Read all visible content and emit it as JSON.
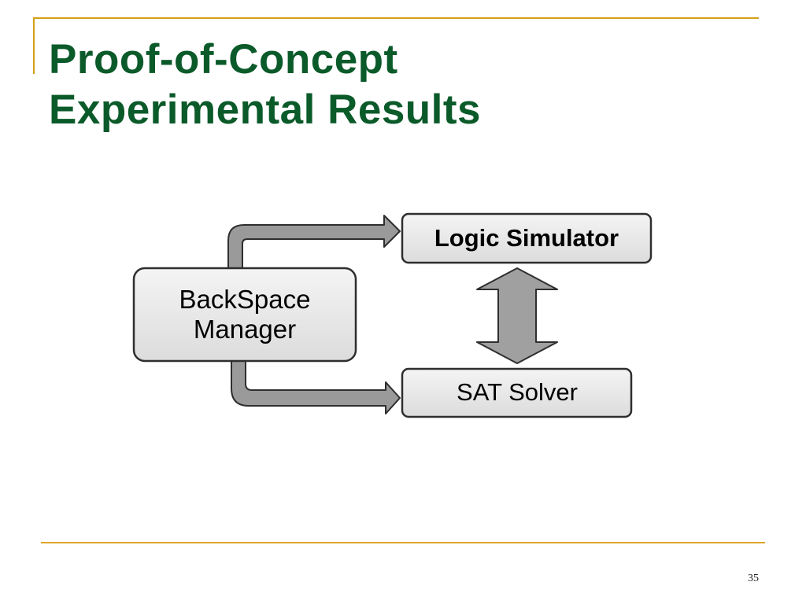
{
  "slide": {
    "title_line1": "Proof-of-Concept",
    "title_line2": "Experimental Results",
    "page_number": "35"
  },
  "diagram": {
    "manager_label_line1": "BackSpace",
    "manager_label_line2": "Manager",
    "logic_simulator_label": "Logic Simulator",
    "sat_solver_label": "SAT Solver"
  },
  "colors": {
    "title": "#0b5a2a",
    "accent_rule": "#d4a017",
    "box_fill": "#e6e6e6",
    "box_border": "#333333",
    "arrow_fill": "#9a9a9a"
  }
}
